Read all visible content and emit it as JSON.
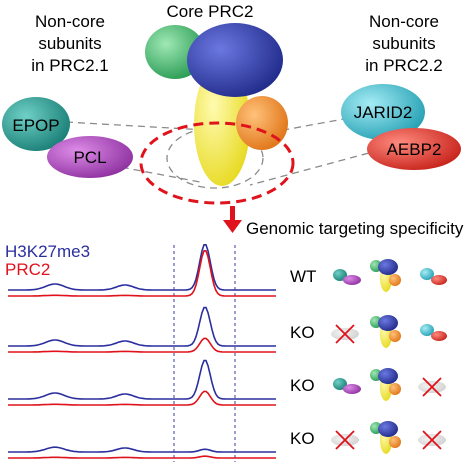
{
  "top": {
    "left_heading": [
      "Non-core",
      "subunits",
      "in PRC2.1"
    ],
    "center_heading": "Core PRC2",
    "right_heading": [
      "Non-core",
      "subunits",
      "in PRC2.2"
    ],
    "subunits": {
      "epop": "EPOP",
      "pcl": "PCL",
      "jarid2": "JARID2",
      "aebp2": "AEBP2"
    }
  },
  "arrow_label": "Genomic targeting specificity",
  "legend": {
    "h3k27me3": "H3K27me3",
    "prc2": "PRC2"
  },
  "rows": [
    {
      "label": "WT",
      "h3_peak": 1.0,
      "prc2_peak": 1.0,
      "left_removed": false,
      "right_removed": false
    },
    {
      "label": "KO",
      "h3_peak": 0.85,
      "prc2_peak": 0.3,
      "left_removed": true,
      "right_removed": false
    },
    {
      "label": "KO",
      "h3_peak": 0.85,
      "prc2_peak": 0.3,
      "left_removed": false,
      "right_removed": true
    },
    {
      "label": "KO",
      "h3_peak": 0.06,
      "prc2_peak": 0.04,
      "left_removed": true,
      "right_removed": true
    }
  ],
  "colors": {
    "h3k27me3": "#2b2f9e",
    "prc2": "#e0121b",
    "epop": "#1f8f86",
    "pcl": "#a83db8",
    "jarid2": "#2fb6c8",
    "aebp2": "#e23a2e",
    "core_green": "#3db86a",
    "core_blue": "#2e3aa8",
    "core_yellow": "#f2ee24",
    "core_orange": "#f08a1e"
  }
}
